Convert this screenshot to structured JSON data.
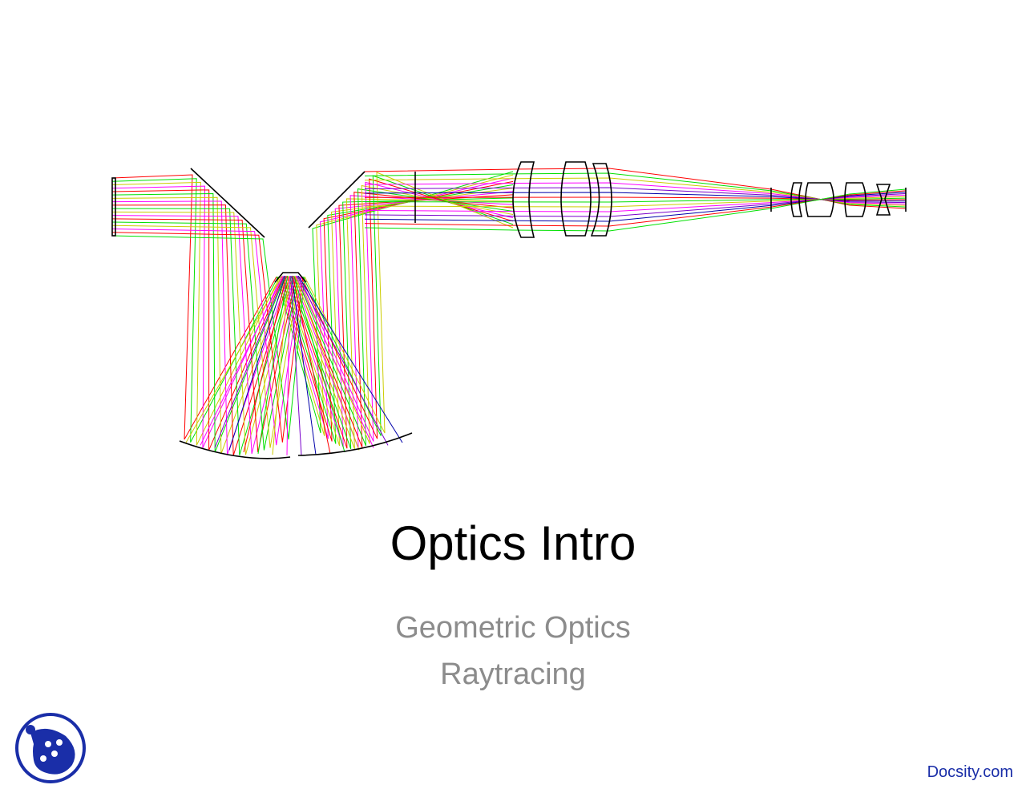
{
  "slide": {
    "title": "Optics Intro",
    "subtitle_lines": [
      "Geometric Optics",
      "Raytracing"
    ],
    "footer_text": "Docsity.com"
  },
  "diagram": {
    "ray_colors": [
      "#ff0000",
      "#00e000",
      "#cccc00",
      "#ff00ff",
      "#7a00cc",
      "#0000aa"
    ],
    "element_color": "#000000"
  },
  "logo": {
    "icon": "docsity-logo-icon",
    "color": "#1a2ea8"
  }
}
